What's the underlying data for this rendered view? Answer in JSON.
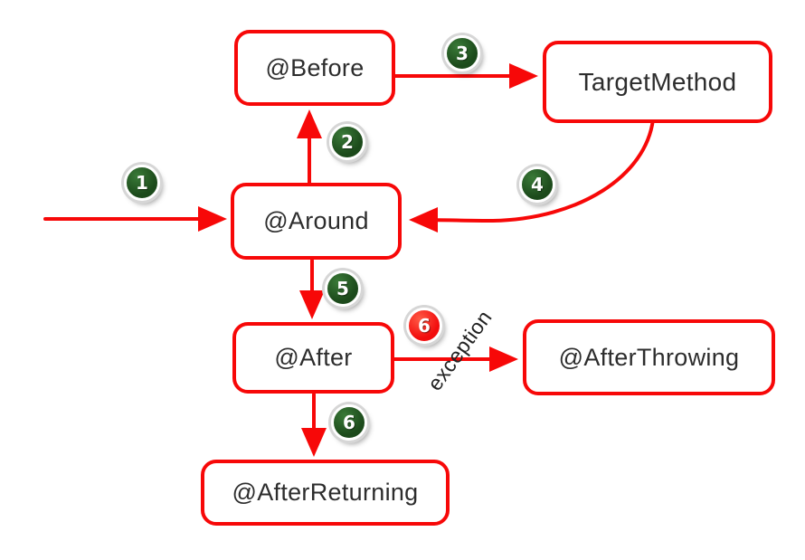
{
  "diagram": {
    "type": "flowchart",
    "description": "Spring AOP advice execution order flow",
    "nodes": {
      "before": {
        "label": "@Before"
      },
      "target_method": {
        "label": "TargetMethod"
      },
      "around": {
        "label": "@Around"
      },
      "after": {
        "label": "@After"
      },
      "after_throwing": {
        "label": "@AfterThrowing"
      },
      "after_returning": {
        "label": "@AfterReturning"
      }
    },
    "badges": {
      "step1": {
        "value": "1",
        "color": "#1c4a1b",
        "edge": "entry to @Around"
      },
      "step2": {
        "value": "2",
        "color": "#1c4a1b",
        "edge": "@Around to @Before"
      },
      "step3": {
        "value": "3",
        "color": "#1c4a1b",
        "edge": "@Before to TargetMethod"
      },
      "step4": {
        "value": "4",
        "color": "#1c4a1b",
        "edge": "TargetMethod to @Around"
      },
      "step5": {
        "value": "5",
        "color": "#1c4a1b",
        "edge": "@Around to @After"
      },
      "step6_exception": {
        "value": "6",
        "color": "#f20d0d",
        "edge": "@After to @AfterThrowing"
      },
      "step6_returning": {
        "value": "6",
        "color": "#1c4a1b",
        "edge": "@After to @AfterReturning"
      }
    },
    "labels": {
      "exception": "exception"
    },
    "colors": {
      "line": "#f70808",
      "node_border": "#f70808",
      "badge_green": "#1c4a1b",
      "badge_red": "#f20d0d",
      "text": "#2d2d2d",
      "background": "#ffffff"
    }
  }
}
